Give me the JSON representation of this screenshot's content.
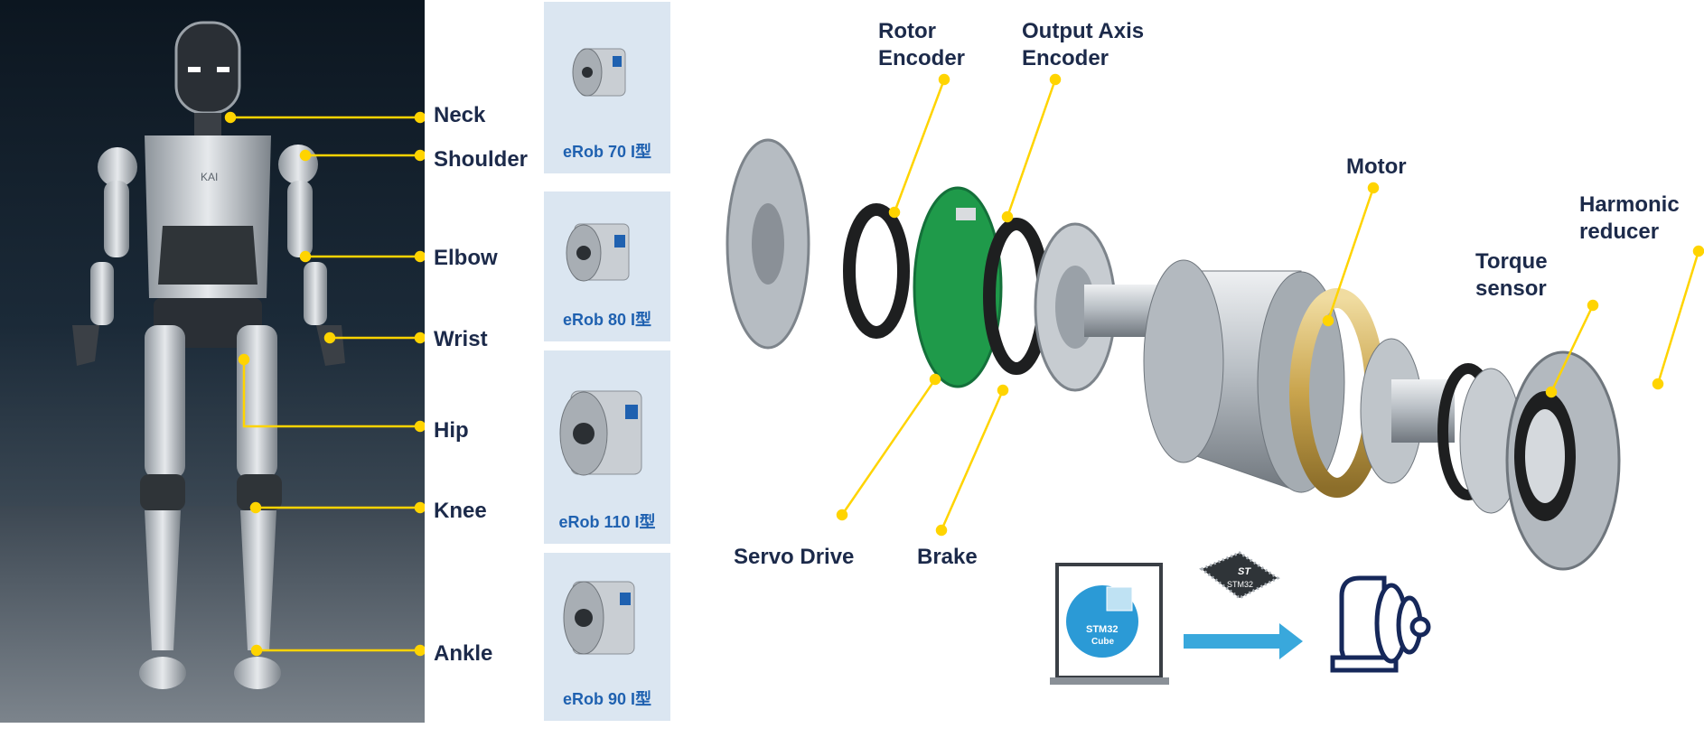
{
  "joints": {
    "neck": "Neck",
    "shoulder": "Shoulder",
    "elbow": "Elbow",
    "wrist": "Wrist",
    "hip": "Hip",
    "knee": "Knee",
    "ankle": "Ankle"
  },
  "products": [
    {
      "label": "eRob 70 I型"
    },
    {
      "label": "eRob 80 I型"
    },
    {
      "label": "eRob 110 I型"
    },
    {
      "label": "eRob 90 I型"
    }
  ],
  "robot": {
    "chest_logo": "KAI"
  },
  "parts": {
    "rotor_encoder": "Rotor\nEncoder",
    "output_axis_encoder": "Output Axis\nEncoder",
    "motor": "Motor",
    "harmonic_reducer": "Harmonic\nreducer",
    "torque_sensor": "Torque\nsensor",
    "servo_drive": "Servo Drive",
    "brake": "Brake"
  },
  "toolchain": {
    "software_badge_top": "STM32",
    "software_badge_bottom": "Cube",
    "chip_label": "STM32",
    "chip_brand": "ST"
  },
  "colors": {
    "callout_yellow": "#ffd400",
    "label_navy": "#1c2a4a",
    "tile_bg": "#dbe6f1",
    "tile_text": "#1f61b0",
    "arrow_blue": "#39a8dc",
    "board_green": "#1f9a4a"
  }
}
